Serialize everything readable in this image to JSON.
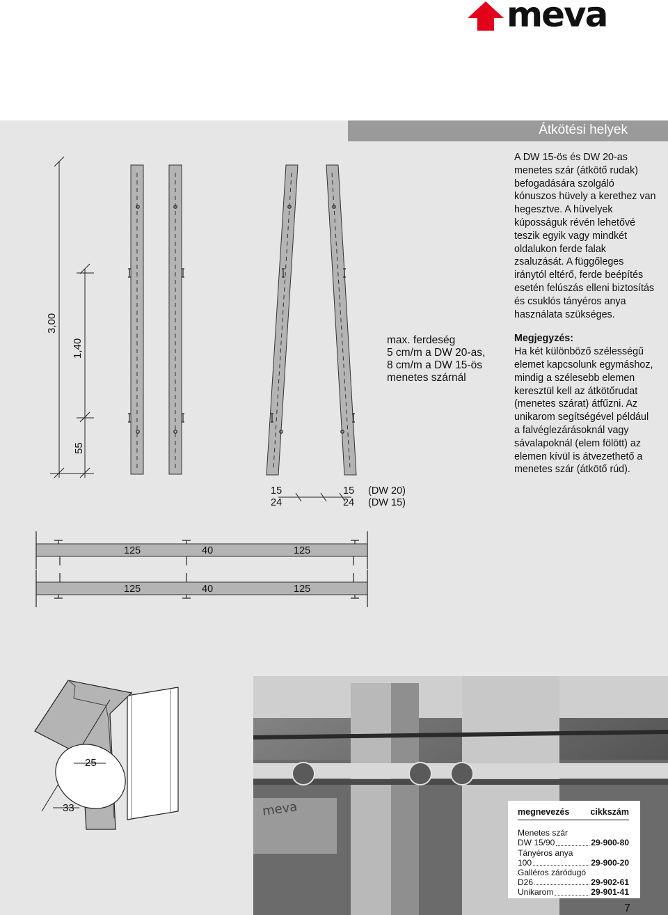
{
  "brand": {
    "name": "meva",
    "accent": "#e3001b"
  },
  "header": {
    "title": "Átkötési helyek"
  },
  "body_text": {
    "paragraph": "A DW 15-ös és DW 20-as menetes szár (átkötő rudak) befogadására szolgáló kónuszos hüvely a kerethez van hegesztve. A hüvelyek kúposságuk révén lehetővé teszik egyik vagy mindkét oldalukon ferde falak zsaluzását. A függőleges iránytól eltérő, ferde beépítés esetén felúszás elleni biztosítás és csuklós tányéros anya használata szükséges.",
    "note_heading": "Megjegyzés:",
    "note_text": "Ha két különböző szélességű elemet kapcsolunk egymáshoz, mindig a szélesebb elemen keresztül kell az átkötőrudat (menetes szárat) átfűzni. Az unikarom segítségével például a falvéglezárásoknál vagy sávalapoknál (elem fölött) az elemen kívül is átvezethető a menetes szár (átkötő rúd)."
  },
  "drawing": {
    "dim_total": "3,00",
    "dim_mid": "1,40",
    "dim_bottom": "55",
    "max_slope_lines": [
      "max. ferdeség",
      "5 cm/m a DW 20-as,",
      "8 cm/m a DW 15-ös",
      "menetes szárnál"
    ],
    "left_offsets": [
      "15",
      "24"
    ],
    "right_offsets": [
      "15",
      "24"
    ],
    "dw_labels": [
      "(DW 20)",
      "(DW 15)"
    ],
    "plan_top": [
      "125",
      "40",
      "125"
    ],
    "plan_bottom": [
      "125",
      "40",
      "125"
    ],
    "detail_dims": [
      "25",
      "33"
    ]
  },
  "photo": {
    "stamp_text": "meva"
  },
  "parts_table": {
    "col_name": "megnevezés",
    "col_code": "cikkszám",
    "rows": [
      {
        "name": "Menetes szár",
        "code": ""
      },
      {
        "name": "DW 15/90",
        "code": "29-900-80"
      },
      {
        "name": "Tányéros anya",
        "code": ""
      },
      {
        "name": "100",
        "code": "29-900-20"
      },
      {
        "name": "Galléros záródugó",
        "code": ""
      },
      {
        "name": "D26",
        "code": "29-902-61"
      },
      {
        "name": "Unikarom",
        "code": "29-901-41"
      }
    ]
  },
  "page_number": "7"
}
